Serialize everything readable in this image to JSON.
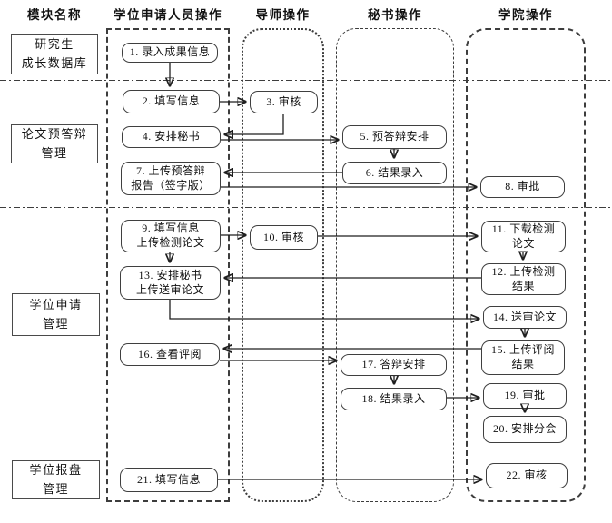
{
  "diagram": {
    "columns": [
      {
        "label": "模块名称"
      },
      {
        "label": "学位申请人员操作"
      },
      {
        "label": "导师操作"
      },
      {
        "label": "秘书操作"
      },
      {
        "label": "学院操作"
      }
    ],
    "modules": [
      {
        "label": "研究生\n成长数据库"
      },
      {
        "label": "论文预答辩\n管理"
      },
      {
        "label": "学位申请\n管理"
      },
      {
        "label": "学位报盘\n管理"
      }
    ],
    "nodes": [
      {
        "id": 1,
        "lane": "applicant",
        "label": "1. 录入成果信息"
      },
      {
        "id": 2,
        "lane": "applicant",
        "label": "2. 填写信息"
      },
      {
        "id": 3,
        "lane": "advisor",
        "label": "3. 审核"
      },
      {
        "id": 4,
        "lane": "applicant",
        "label": "4. 安排秘书"
      },
      {
        "id": 5,
        "lane": "secretary",
        "label": "5. 预答辩安排"
      },
      {
        "id": 6,
        "lane": "secretary",
        "label": "6. 结果录入"
      },
      {
        "id": 7,
        "lane": "applicant",
        "label": "7. 上传预答辩\n报告（签字版）"
      },
      {
        "id": 8,
        "lane": "college",
        "label": "8. 审批"
      },
      {
        "id": 9,
        "lane": "applicant",
        "label": "9. 填写信息\n上传检测论文"
      },
      {
        "id": 10,
        "lane": "advisor",
        "label": "10. 审核"
      },
      {
        "id": 11,
        "lane": "college",
        "label": "11. 下载检测\n论文"
      },
      {
        "id": 12,
        "lane": "college",
        "label": "12. 上传检测\n结果"
      },
      {
        "id": 13,
        "lane": "applicant",
        "label": "13. 安排秘书\n上传送审论文"
      },
      {
        "id": 14,
        "lane": "college",
        "label": "14. 送审论文"
      },
      {
        "id": 15,
        "lane": "college",
        "label": "15. 上传评阅\n结果"
      },
      {
        "id": 16,
        "lane": "applicant",
        "label": "16. 查看评阅"
      },
      {
        "id": 17,
        "lane": "secretary",
        "label": "17. 答辩安排"
      },
      {
        "id": 18,
        "lane": "secretary",
        "label": "18. 结果录入"
      },
      {
        "id": 19,
        "lane": "college",
        "label": "19. 审批"
      },
      {
        "id": 20,
        "lane": "college",
        "label": "20. 安排分会"
      },
      {
        "id": 21,
        "lane": "applicant",
        "label": "21. 填写信息"
      },
      {
        "id": 22,
        "lane": "college",
        "label": "22. 审核"
      }
    ],
    "edges": [
      {
        "from": 1,
        "to": 2
      },
      {
        "from": 2,
        "to": 3
      },
      {
        "from": 3,
        "to": 4
      },
      {
        "from": 4,
        "to": 5
      },
      {
        "from": 5,
        "to": 6
      },
      {
        "from": 6,
        "to": 7
      },
      {
        "from": 7,
        "to": 8
      },
      {
        "from": 9,
        "to": 10
      },
      {
        "from": 9,
        "to": 13
      },
      {
        "from": 10,
        "to": 11
      },
      {
        "from": 11,
        "to": 12
      },
      {
        "from": 12,
        "to": 13
      },
      {
        "from": 13,
        "to": 14
      },
      {
        "from": 14,
        "to": 15
      },
      {
        "from": 15,
        "to": 16
      },
      {
        "from": 16,
        "to": 17
      },
      {
        "from": 17,
        "to": 18
      },
      {
        "from": 18,
        "to": 19
      },
      {
        "from": 19,
        "to": 20
      },
      {
        "from": 21,
        "to": 22
      }
    ],
    "colors": {
      "line": "#1f1f1f",
      "border": "#3d3d3d",
      "background": "#ffffff"
    }
  }
}
